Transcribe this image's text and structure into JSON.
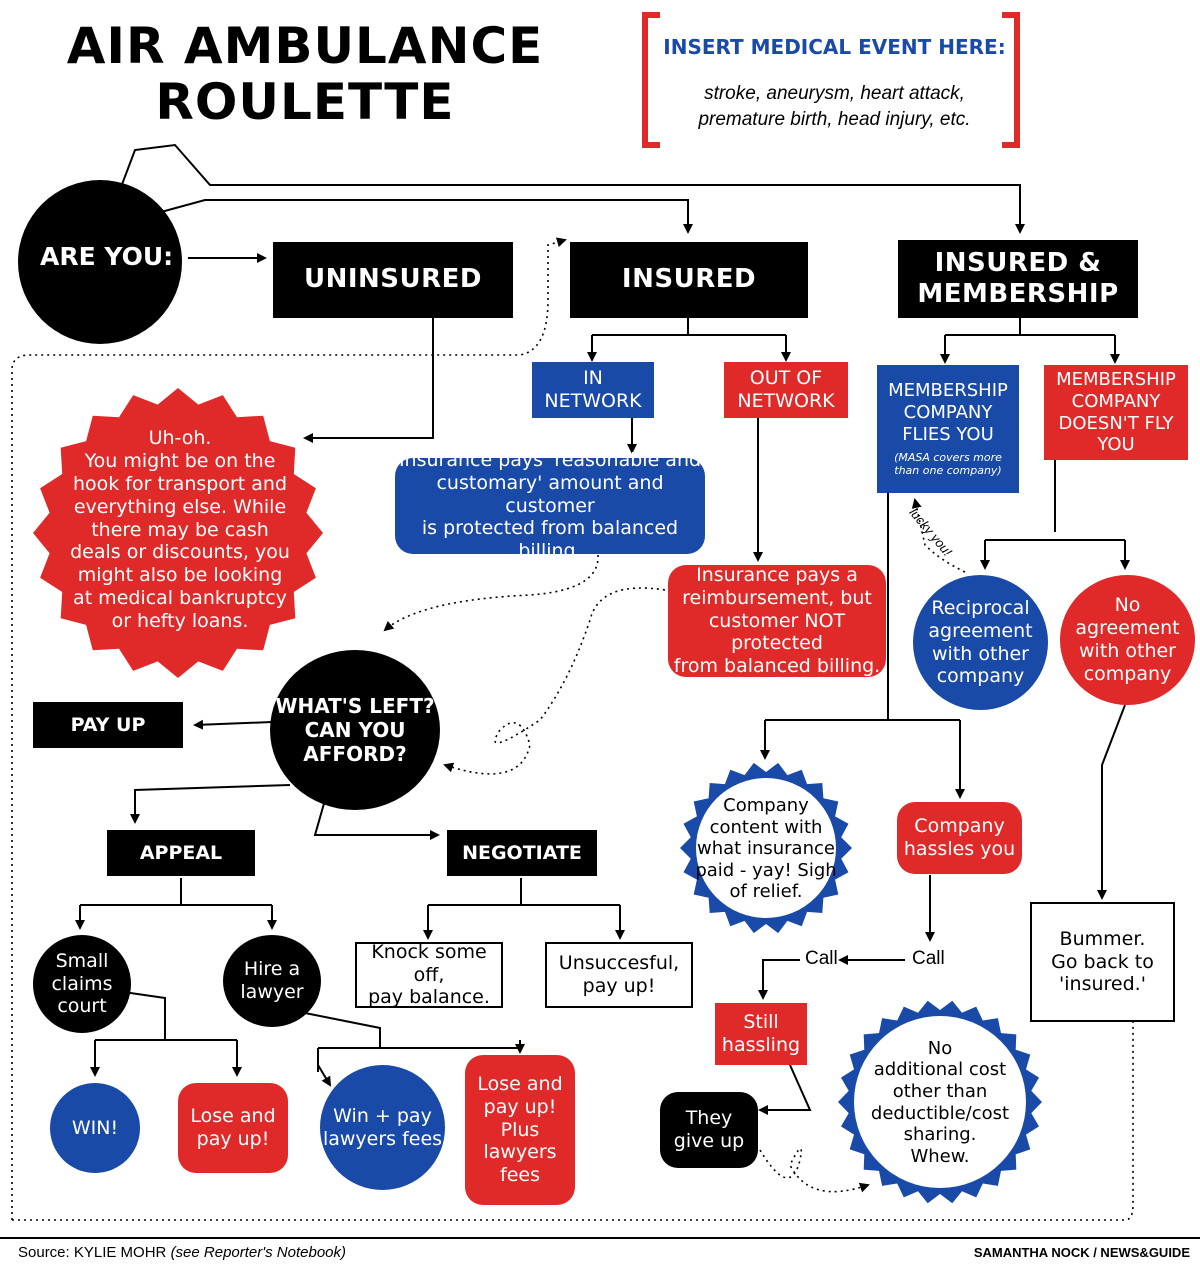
{
  "title": [
    "AIR AMBULANCE",
    "ROULETTE"
  ],
  "event_box": {
    "heading": "INSERT MEDICAL EVENT HERE:",
    "line1": "stroke, aneurysm, heart attack,",
    "line2": "premature birth, head injury, etc."
  },
  "are_you": "ARE YOU:",
  "categories": {
    "uninsured": "UNINSURED",
    "insured": "INSURED",
    "membership": [
      "INSURED &",
      "MEMBERSHIP"
    ]
  },
  "uninsured_outcome": [
    "Uh-oh.",
    "You might be on the",
    "hook for transport and",
    "everything else. While",
    "there may be cash",
    "deals or discounts, you",
    "might also be looking",
    "at medical bankruptcy",
    "or hefty loans."
  ],
  "insured": {
    "in_network": "IN NETWORK",
    "out_network": [
      "OUT OF",
      "NETWORK"
    ],
    "in_network_result": [
      "Insurance pays 'reasonable and",
      "customary' amount and customer",
      "is protected from balanced billing."
    ],
    "out_network_result": [
      "Insurance pays a",
      "reimbursement, but",
      "customer NOT protected",
      "from balanced billing."
    ]
  },
  "whats_left": [
    "WHAT'S LEFT?",
    "CAN YOU",
    "AFFORD?"
  ],
  "pay_up": "PAY UP",
  "appeal": "APPEAL",
  "negotiate": "NEGOTIATE",
  "small_claims": [
    "Small",
    "claims",
    "court"
  ],
  "hire_lawyer": [
    "Hire a",
    "lawyer"
  ],
  "knock_off": [
    "Knock some off,",
    "pay balance."
  ],
  "unsuccessful": [
    "Unsuccesful,",
    "pay up!"
  ],
  "win": "WIN!",
  "lose_pay": [
    "Lose and",
    "pay up!"
  ],
  "win_pay": [
    "Win + pay",
    "lawyers fees"
  ],
  "lose_pay_fees": [
    "Lose and",
    "pay up!",
    "Plus",
    "lawyers",
    "fees"
  ],
  "membership": {
    "flies_you": [
      "MEMBERSHIP",
      "COMPANY",
      "FLIES YOU"
    ],
    "flies_note": [
      "(MASA covers more",
      "than one company)"
    ],
    "doesnt_fly": [
      "MEMBERSHIP",
      "COMPANY",
      "DOESN'T FLY YOU"
    ],
    "reciprocal": [
      "Reciprocal",
      "agreement",
      "with other",
      "company"
    ],
    "no_agreement": [
      "No",
      "agreement",
      "with other",
      "company"
    ],
    "lucky": "lucky you!",
    "content": [
      "Company",
      "content with",
      "what insurance",
      "paid - yay! Sigh",
      "of relief."
    ],
    "hassles": [
      "Company",
      "hassles you"
    ],
    "call1": "Call",
    "call2": "Call",
    "still_hassling": [
      "Still",
      "hassling"
    ],
    "give_up": [
      "They",
      "give up"
    ],
    "no_cost": [
      "No",
      "additional cost",
      "other than",
      "deductible/cost",
      "sharing.",
      "Whew."
    ],
    "bummer": [
      "Bummer.",
      "Go back to",
      "'insured.'"
    ]
  },
  "footer": {
    "source": "Source: KYLIE MOHR",
    "source_note": "(see Reporter's Notebook)",
    "credit": "SAMANTHA NOCK / NEWS&GUIDE"
  },
  "colors": {
    "red": "#e02a2a",
    "blue": "#1a4aa8",
    "black": "#000000"
  }
}
